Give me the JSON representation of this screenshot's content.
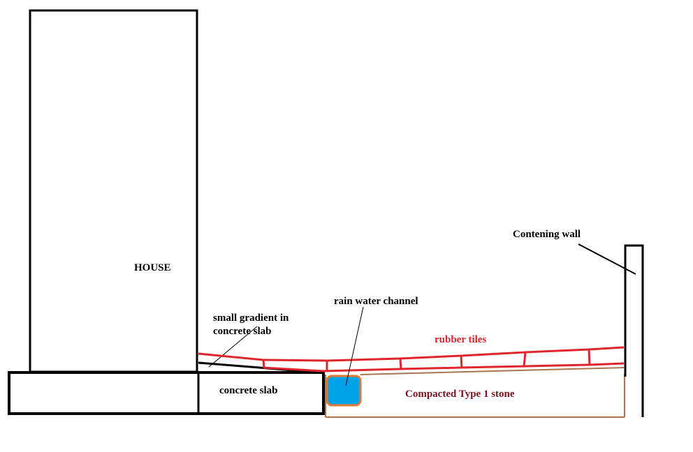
{
  "labels": {
    "house": "HOUSE",
    "gradient_line1": "small gradient in",
    "gradient_line2": "concrete slab",
    "concrete_slab": "concrete slab",
    "rain_channel": "rain water channel",
    "rubber_tiles": "rubber tiles",
    "stone": "Compacted Type 1 stone",
    "wall": "Contening wall"
  },
  "colors": {
    "outline": "#000000",
    "tiles": "#e0262c",
    "stone_outline": "#a87550",
    "stone_text": "#7b1020",
    "channel_fill": "#00a2e8",
    "channel_stroke": "#e07a30"
  }
}
